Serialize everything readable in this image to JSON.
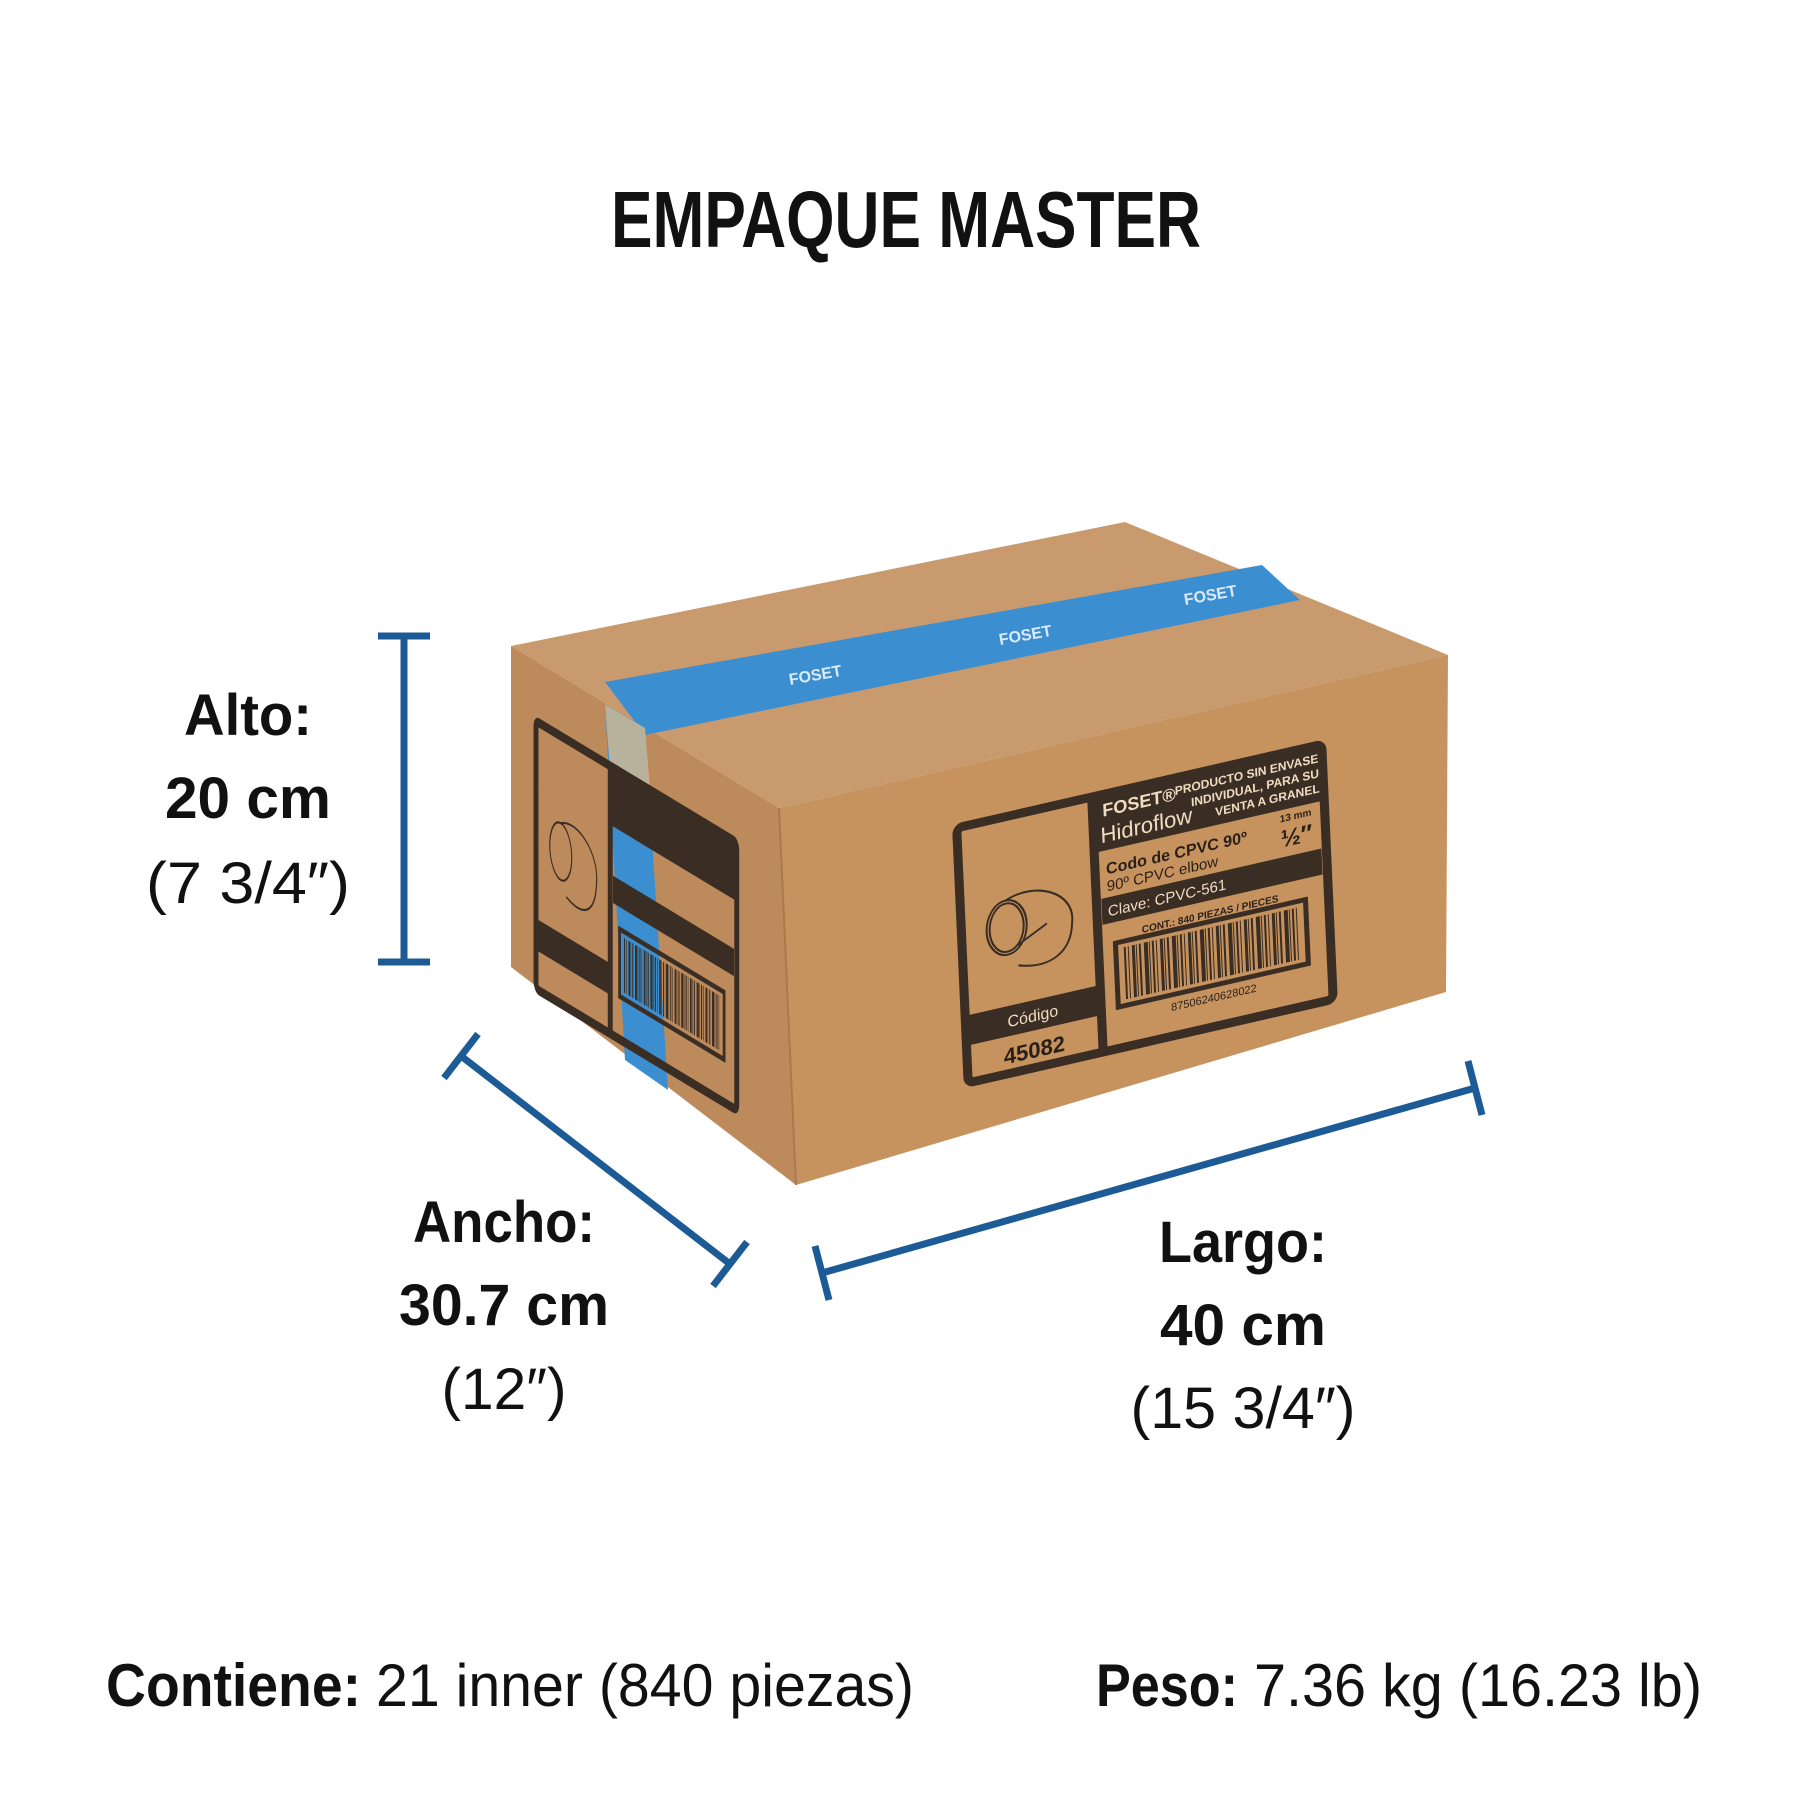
{
  "title": "EMPAQUE MASTER",
  "colors": {
    "dimension_line": "#1c5b95",
    "tape": "#3b8fd0",
    "cardboard": "#c8976a",
    "ink": "#3a2d24"
  },
  "dimensions": {
    "alto": {
      "label": "Alto:",
      "metric": "20 cm",
      "imperial": "(7 3/4″)"
    },
    "ancho": {
      "label": "Ancho:",
      "metric": "30.7 cm",
      "imperial": "(12″)"
    },
    "largo": {
      "label": "Largo:",
      "metric": "40 cm",
      "imperial": "(15 3/4″)"
    }
  },
  "footer": {
    "contents_label": "Contiene:",
    "contents_value": "21 inner (840 piezas)",
    "weight_label": "Peso:",
    "weight_value": "7.36 kg (16.23 lb)"
  },
  "box_label": {
    "brand": "FOSET®",
    "line": "Hidroflow",
    "notice": [
      "PRODUCTO SIN ENVASE",
      "INDIVIDUAL, PARA SU",
      "VENTA A GRANEL"
    ],
    "product_es": "Codo de CPVC 90º",
    "product_en": "90º CPVC elbow",
    "size_mm": "13 mm",
    "size_in": "½″",
    "clave": "Clave: CPVC-561",
    "contents": "CONT.: 840 PIEZAS / PIECES",
    "barcode_number": "87506240628022",
    "code_label": "Código",
    "code": "45082"
  },
  "tape_text": "FOSET"
}
